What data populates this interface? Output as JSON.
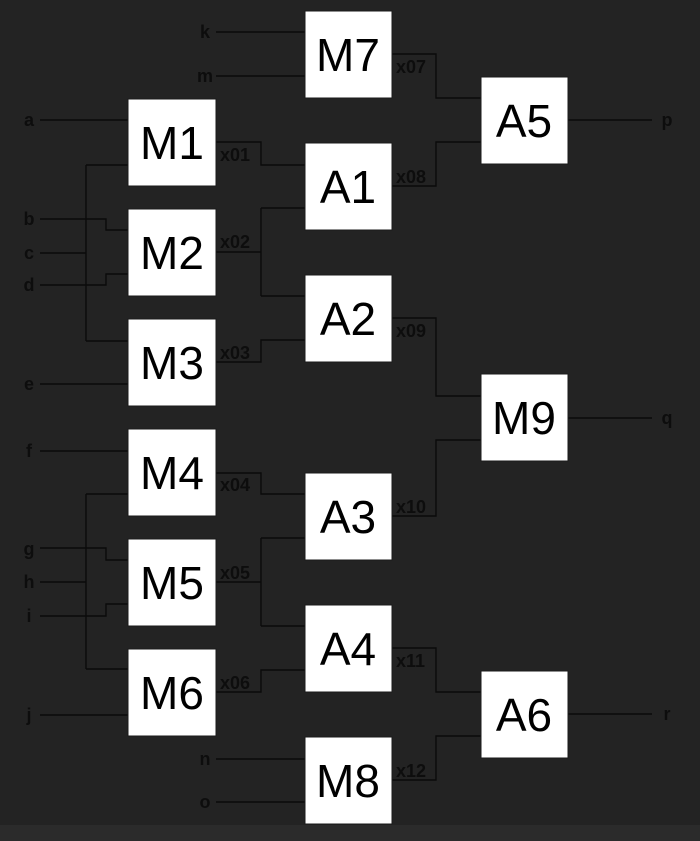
{
  "colors": {
    "background": "#232323",
    "box_fill": "#ffffff",
    "wire": "#0a0a0a",
    "text": "#0d0d0d"
  },
  "blocks": {
    "M1": "M1",
    "M2": "M2",
    "M3": "M3",
    "M4": "M4",
    "M5": "M5",
    "M6": "M6",
    "M7": "M7",
    "M8": "M8",
    "M9": "M9",
    "A1": "A1",
    "A2": "A2",
    "A3": "A3",
    "A4": "A4",
    "A5": "A5",
    "A6": "A6"
  },
  "inputs": {
    "a": "a",
    "b": "b",
    "c": "c",
    "d": "d",
    "e": "e",
    "f": "f",
    "g": "g",
    "h": "h",
    "i": "i",
    "j": "j",
    "k": "k",
    "m": "m",
    "n": "n",
    "o": "o"
  },
  "outputs": {
    "p": "p",
    "q": "q",
    "r": "r"
  },
  "signals": {
    "x01": "x01",
    "x02": "x02",
    "x03": "x03",
    "x04": "x04",
    "x05": "x05",
    "x06": "x06",
    "x07": "x07",
    "x08": "x08",
    "x09": "x09",
    "x10": "x10",
    "x11": "x11",
    "x12": "x12"
  }
}
